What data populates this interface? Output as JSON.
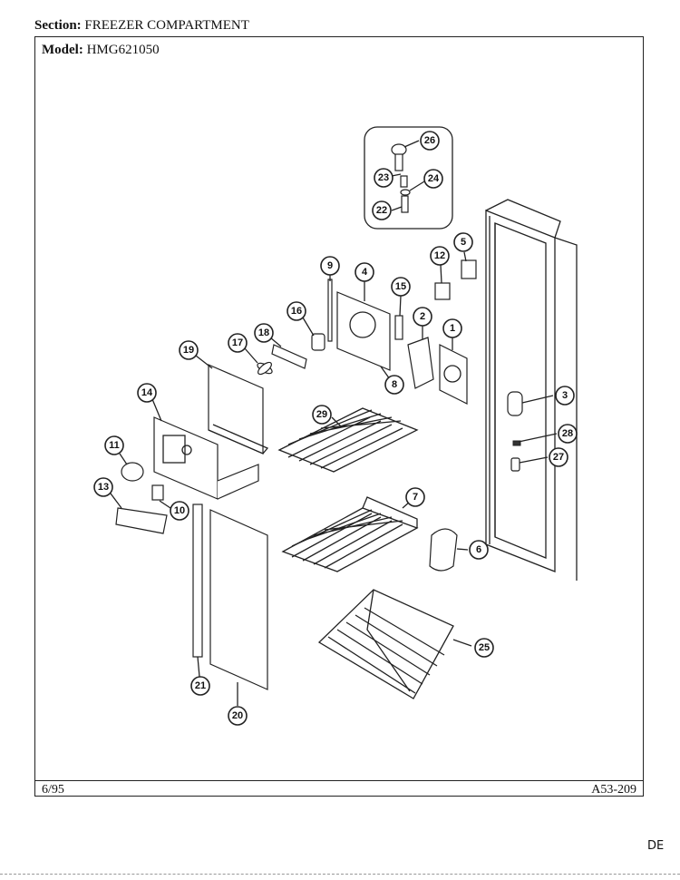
{
  "header": {
    "section_label": "Section:",
    "section_value": "FREEZER COMPARTMENT",
    "model_label": "Model:",
    "model_value": "HMG621050"
  },
  "footer": {
    "date": "6/95",
    "page_code": "A53-209",
    "initials": "DE"
  },
  "callouts": [
    "1",
    "2",
    "3",
    "4",
    "5",
    "6",
    "7",
    "8",
    "9",
    "10",
    "11",
    "12",
    "13",
    "14",
    "15",
    "16",
    "17",
    "18",
    "19",
    "20",
    "21",
    "22",
    "23",
    "24",
    "25",
    "26",
    "27",
    "28",
    "29"
  ]
}
